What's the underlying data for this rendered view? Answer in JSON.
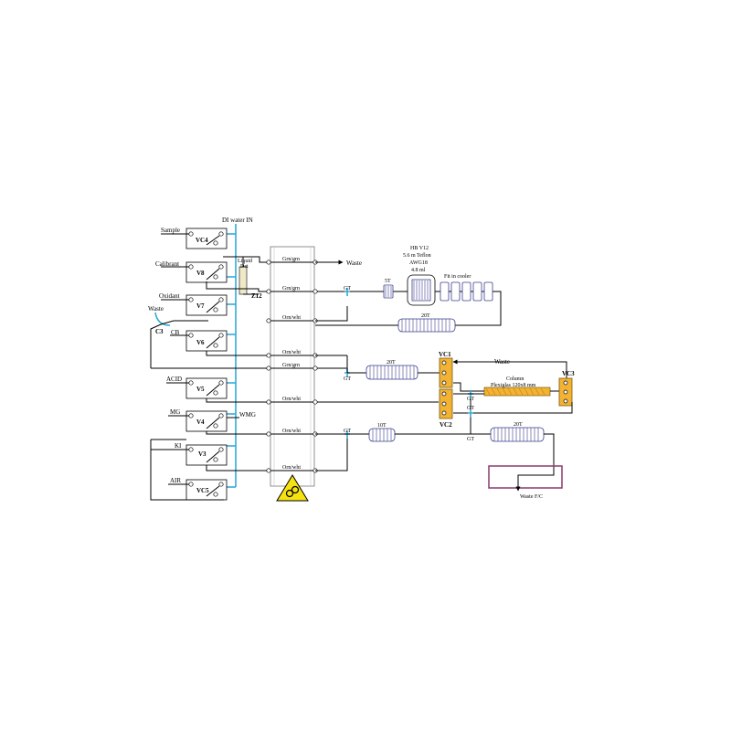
{
  "inputs": {
    "sample": "Sample",
    "calibrant": "Calibrant",
    "oxidant": "Oxidant",
    "cb": "CB",
    "acid": "ACID",
    "mg": "MG",
    "ki": "KI",
    "air": "AIR",
    "di_water": "DI water IN",
    "wmg": "WMG",
    "waste_left": "Waste",
    "c3": "C3"
  },
  "valves": {
    "vc4": "VC4",
    "v8": "V8",
    "v7": "V7",
    "v6": "V6",
    "v5": "V5",
    "v4": "V4",
    "v3": "V3",
    "vc5": "VC5"
  },
  "detector": {
    "label_line1": "Liquid",
    "label_line2": "Det",
    "z12": "Z12"
  },
  "tubes": {
    "t1": "Grn/grn",
    "t2": "Grn/grn",
    "t3": "Orn/wht",
    "t4": "Orn/wht",
    "t5": "Grn/grn",
    "t6": "Orn/wht",
    "t7": "Orn/wht",
    "t8": "Orn/wht"
  },
  "right": {
    "waste_top": "Waste",
    "gt": "GT",
    "hb_line1": "HB V12",
    "hb_line2": "5.6 m Teflon",
    "hb_line3": "AWG18",
    "hb_line4": "4.8 ml",
    "five_t": "5T",
    "fit_in_cooler": "Fit in cooler",
    "coil_20t_a": "20T",
    "coil_20t_b": "20T",
    "coil_10t": "10T",
    "coil_20t_c": "20T",
    "vc1": "VC1",
    "vc2": "VC2",
    "vc3": "VC3",
    "waste_mid": "Waste",
    "column_line1": "Column",
    "column_line2": "Plexiglas 120x8 mm",
    "waste_fc": "Waste F/C"
  },
  "colors": {
    "water_line": "#35a9d6",
    "valve_fill": "#f2b233",
    "pump_warning": "#f5e211",
    "waste_box": "#8a3a6e",
    "coil_stroke": "#3a3f8c"
  }
}
